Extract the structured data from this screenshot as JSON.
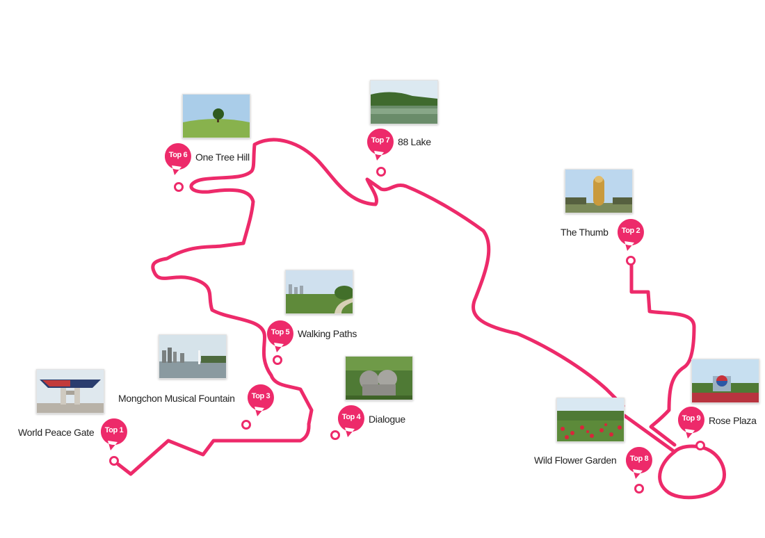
{
  "route_color": "#ed2a6a",
  "spots": [
    {
      "id": "top1",
      "badge": "Top 1",
      "name": "World Peace Gate",
      "photo": "world-peace-gate-photo"
    },
    {
      "id": "top2",
      "badge": "Top 2",
      "name": "The Thumb",
      "photo": "the-thumb-photo"
    },
    {
      "id": "top3",
      "badge": "Top 3",
      "name": "Mongchon Musical Fountain",
      "photo": "mongchon-fountain-photo"
    },
    {
      "id": "top4",
      "badge": "Top 4",
      "name": "Dialogue",
      "photo": "dialogue-sculpture-photo"
    },
    {
      "id": "top5",
      "badge": "Top 5",
      "name": "Walking Paths",
      "photo": "walking-paths-photo"
    },
    {
      "id": "top6",
      "badge": "Top 6",
      "name": "One Tree Hill",
      "photo": "one-tree-hill-photo"
    },
    {
      "id": "top7",
      "badge": "Top 7",
      "name": "88 Lake",
      "photo": "lake-88-photo"
    },
    {
      "id": "top8",
      "badge": "Top 8",
      "name": "Wild Flower Garden",
      "photo": "wild-flower-garden-photo"
    },
    {
      "id": "top9",
      "badge": "Top 9",
      "name": "Rose Plaza",
      "photo": "rose-plaza-photo"
    }
  ]
}
